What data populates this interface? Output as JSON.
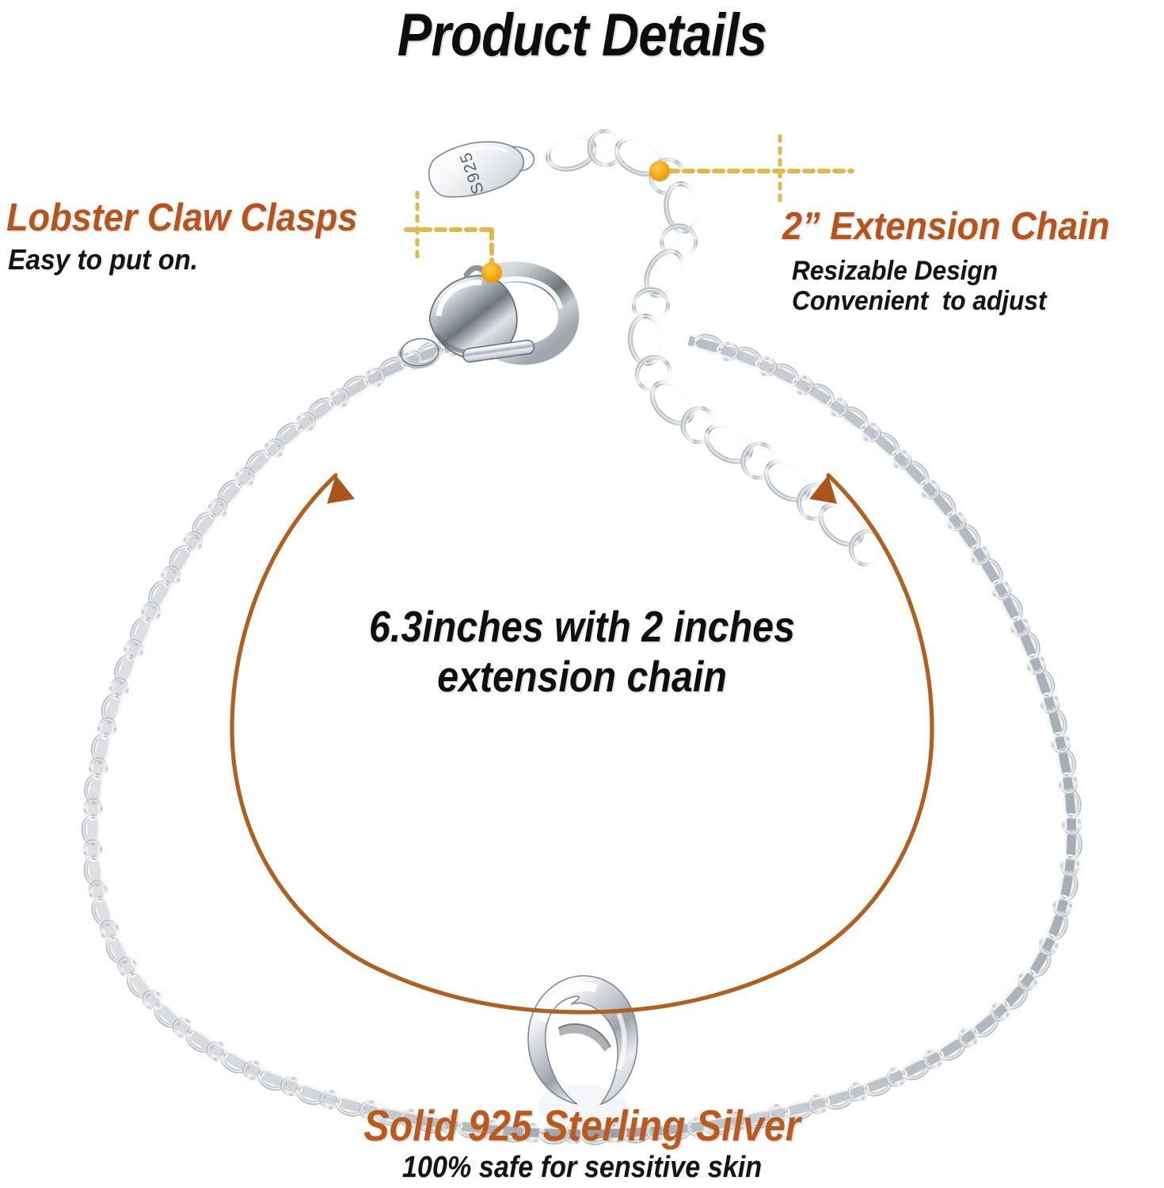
{
  "page": {
    "title": "Product Details",
    "background_color": "#ffffff",
    "accent_color": "#B6541B",
    "highlight_dot_color": "#F5A81C",
    "leader_line_color": "#E0B94A",
    "metal_color": "#C9CDD2"
  },
  "callouts": {
    "left": {
      "heading": "Lobster Claw Clasps",
      "sub": "Easy to put on."
    },
    "right": {
      "heading": "2” Extension Chain",
      "sub_line1": "Resizable Design",
      "sub_line2": "Convenient  to adjust"
    }
  },
  "measurement": {
    "line1": "6.3inches with 2 inches",
    "line2": "extension chain",
    "arc_color": "#B0601F"
  },
  "footer": {
    "heading": "Solid 925 Sterling Silver",
    "sub": "100% safe for sensitive skin"
  },
  "product": {
    "hallmark_text": "S925",
    "pendant": "crescent-moon-charm",
    "clasp": "lobster-claw-clasp",
    "extension_chain": "2-inch-curb-extension-chain",
    "main_chain": "cable-chain"
  },
  "icons": {
    "left_dot": "highlight-dot-icon",
    "right_dot": "highlight-dot-icon",
    "left_leader": "dotted-leader-line-icon",
    "right_leader": "dotted-leader-line-icon",
    "arc_arrow_left": "arrow-head-icon",
    "arc_arrow_right": "arrow-head-icon"
  }
}
